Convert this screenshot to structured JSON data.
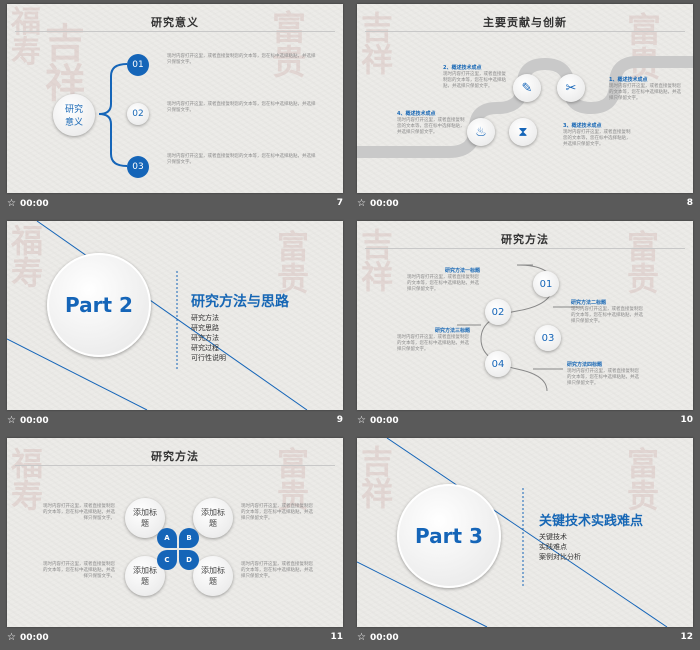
{
  "time": "00:00",
  "placeholder_text": "现时内容打开这里，或者直接复制您的文本等，您在标中选择粘贴，并选择只保留文字。",
  "slides": [
    {
      "page": "7",
      "title": "研究意义",
      "center_label": "研究\n意义",
      "items": [
        "01",
        "02",
        "03"
      ]
    },
    {
      "page": "8",
      "title": "主要贡献与创新",
      "points": [
        "1、概述技术成点",
        "2、概述技术成点",
        "3、概述技术成点",
        "4、概述技术成点"
      ]
    },
    {
      "page": "9",
      "part": "Part 2",
      "heading": "研究方法与思路",
      "list": [
        "研究方法",
        "研究思路",
        "研究方法",
        "研究过程",
        "可行性说明"
      ]
    },
    {
      "page": "10",
      "title": "研究方法",
      "labels": [
        "研究方法一标题",
        "研究方法二标题",
        "研究方法三标题",
        "研究方法四标题"
      ],
      "numbers": [
        "01",
        "02",
        "03",
        "04"
      ]
    },
    {
      "page": "11",
      "title": "研究方法",
      "bubbles": [
        "添加标题",
        "添加标题",
        "添加标题",
        "添加标题"
      ],
      "letters": [
        "A",
        "B",
        "C",
        "D"
      ]
    },
    {
      "page": "12",
      "part": "Part 3",
      "heading": "关键技术实践难点",
      "list": [
        "关键技术",
        "实践难点",
        "案例对比分析"
      ]
    }
  ],
  "colors": {
    "accent": "#1565b8",
    "background": "#5a5a5a",
    "slide": "#ecebe8"
  }
}
